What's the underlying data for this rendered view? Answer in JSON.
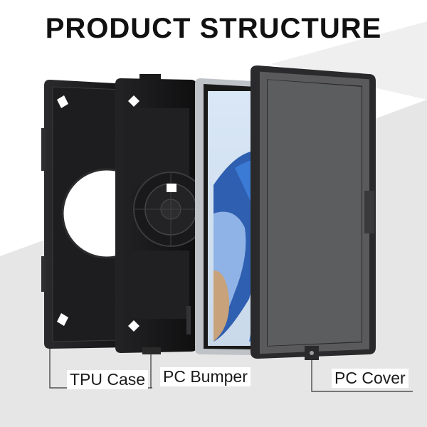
{
  "title": "PRODUCT STRUCTURE",
  "labels": {
    "tpu_case": "TPU Case",
    "pc_bumper": "PC Bumper",
    "pc_cover": "PC Cover"
  },
  "colors": {
    "background_gray": "#e4e4e4",
    "case_black": "#1c1c1e",
    "screen_blue": "#2f6fc4",
    "screen_orange": "#e8922a"
  }
}
